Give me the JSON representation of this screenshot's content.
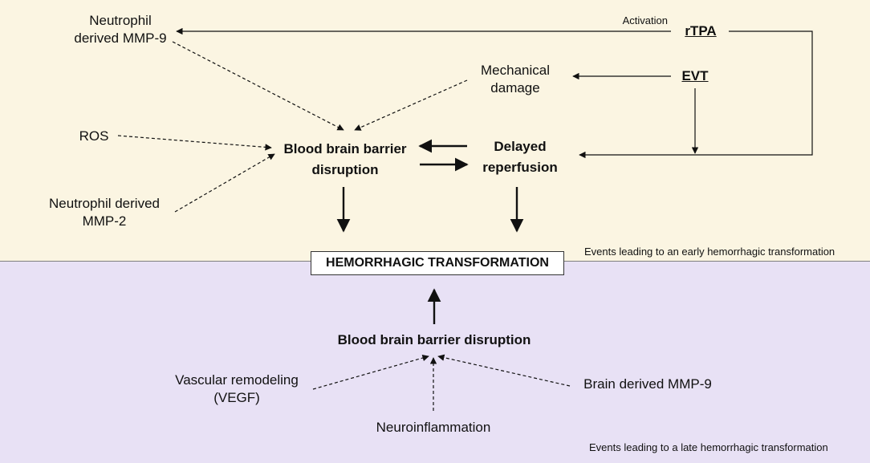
{
  "early": {
    "neutrophil_mmp9": "Neutrophil\nderived MMP-9",
    "activation": "Activation",
    "rtpa": "rTPA",
    "mechanical_damage": "Mechanical\ndamage",
    "evt": "EVT",
    "ros": "ROS",
    "bbb_disruption": "Blood brain barrier\ndisruption",
    "delayed_reperfusion": "Delayed\nreperfusion",
    "neutrophil_mmp2": "Neutrophil derived\nMMP-2",
    "caption": "Events leading to an early hemorrhagic transformation"
  },
  "center": {
    "hemorrhagic_transformation": "HEMORRHAGIC TRANSFORMATION"
  },
  "late": {
    "bbb_disruption": "Blood brain barrier disruption",
    "vascular_remodeling": "Vascular remodeling\n(VEGF)",
    "brain_mmp9": "Brain derived MMP-9",
    "neuroinflammation": "Neuroinflammation",
    "caption": "Events leading to a late hemorrhagic transformation"
  },
  "colors": {
    "early_background": "#fbf5e2",
    "late_background": "#e8e1f5",
    "arrow": "#111111"
  }
}
